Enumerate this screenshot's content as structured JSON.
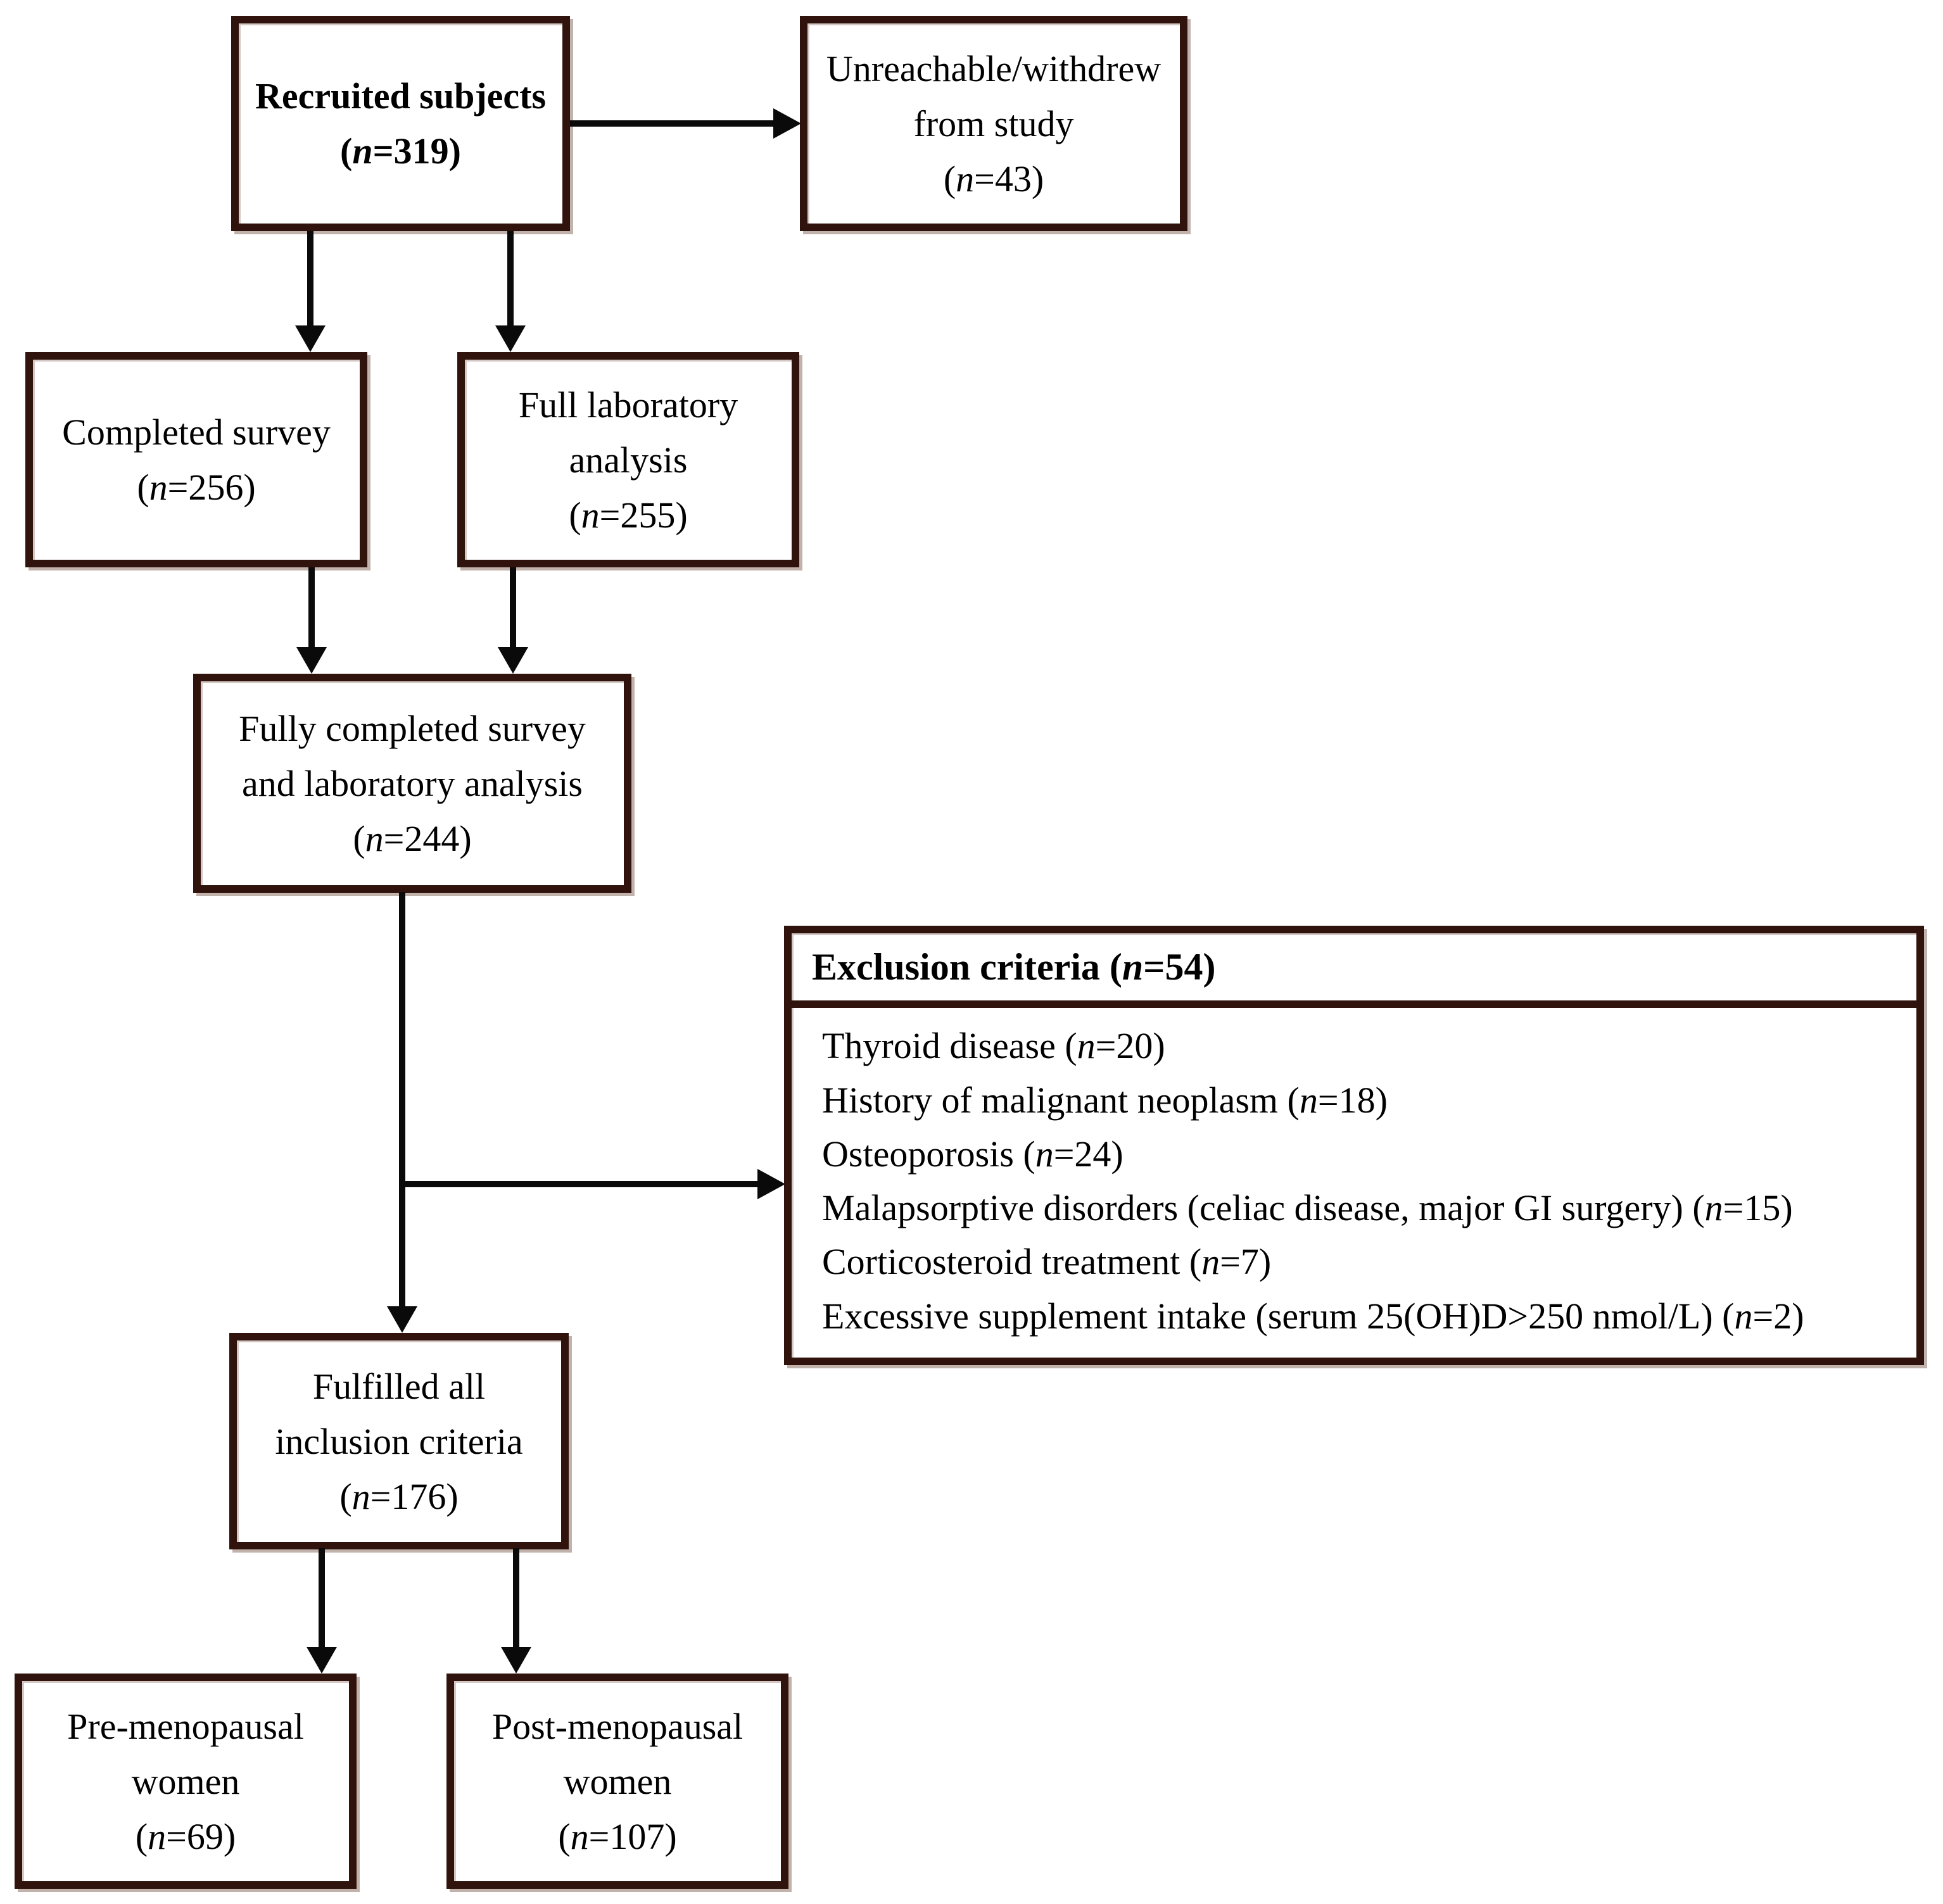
{
  "figure": {
    "background_color": "#ffffff",
    "border_color": "#2f130c",
    "arrow_color": "#0a0a0a",
    "boxes": {
      "recruited": {
        "lines": [
          "Recruited subjects",
          "(n=319)"
        ]
      },
      "unreachable": {
        "lines": [
          "Unreachable/withdrew",
          "from study",
          "(n=43)"
        ]
      },
      "completed_survey": {
        "lines": [
          "Completed survey",
          "(n=256)"
        ]
      },
      "full_laboratory": {
        "lines": [
          "Full laboratory",
          "analysis",
          "(n=255)"
        ]
      },
      "fully_completed": {
        "lines": [
          "Fully completed survey",
          "and laboratory analysis",
          "(n=244)"
        ]
      },
      "fulfilled": {
        "lines": [
          "Fulfilled all",
          "inclusion criteria",
          "(n=176)"
        ]
      },
      "pre_menopausal": {
        "lines": [
          "Pre-menopausal",
          "women",
          "(n=69)"
        ]
      },
      "post_menopausal": {
        "lines": [
          "Post-menopausal",
          "women",
          "(n=107)"
        ]
      }
    },
    "exclusion": {
      "header": "Exclusion criteria (n=54)",
      "items": [
        "Thyroid disease (n=20)",
        "History of malignant neoplasm (n=18)",
        "Osteoporosis (n=24)",
        "Malapsorptive disorders (celiac disease, major GI surgery) (n=15)",
        "Corticosteroid treatment (n=7)",
        "Excessive supplement intake (serum 25(OH)D>250 nmol/L) (n=2)"
      ]
    }
  }
}
